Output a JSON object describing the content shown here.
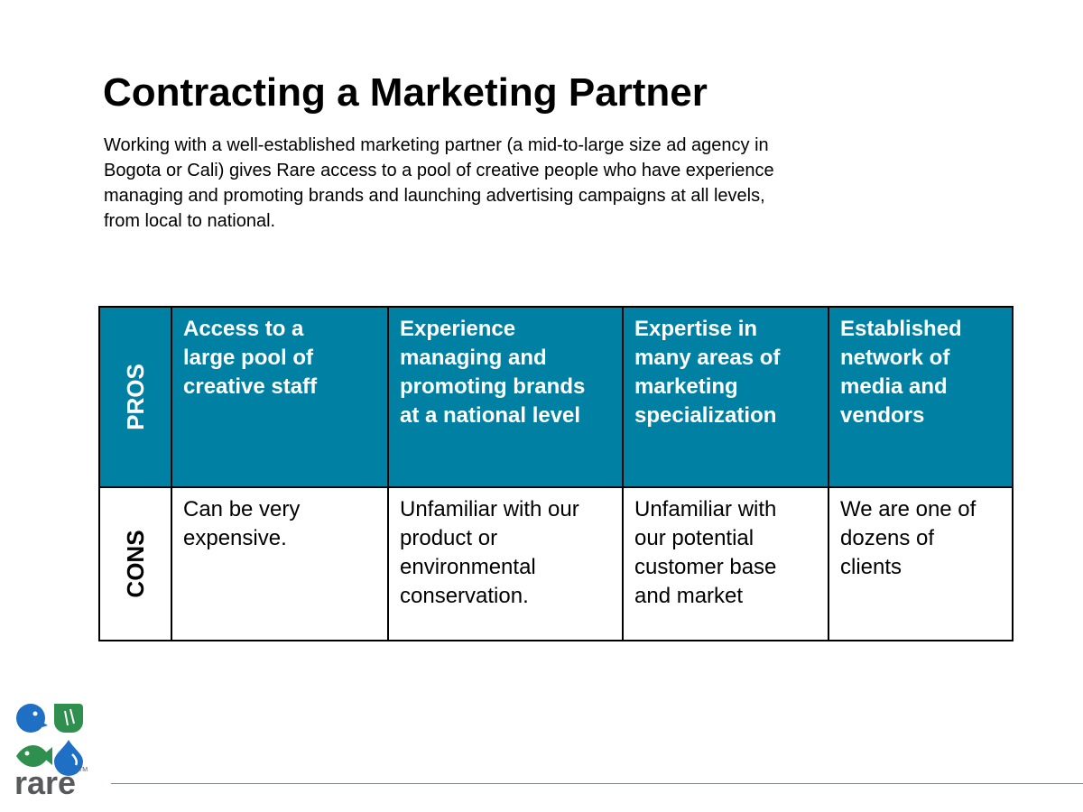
{
  "slide": {
    "title": "Contracting a Marketing Partner",
    "body_lines": [
      "Working with a well-established marketing partner (a mid-to-large size ad agency in",
      "Bogota or Cali) gives Rare access to a pool of creative people who have experience",
      "managing and promoting brands and launching advertising campaigns at all levels,",
      "from local to national."
    ]
  },
  "table": {
    "pros": {
      "label": "PROS",
      "cells": [
        [
          "Access to a",
          "large pool of",
          "creative staff"
        ],
        [
          "Experience",
          "managing and",
          "promoting brands",
          "at a national level"
        ],
        [
          "Expertise in",
          "many areas of",
          "marketing",
          "specialization"
        ],
        [
          "Established",
          "network of",
          "media and",
          "vendors"
        ]
      ]
    },
    "cons": {
      "label": "CONS",
      "cells": [
        [
          "Can be very",
          "expensive."
        ],
        [
          "Unfamiliar with our",
          "product or",
          "environmental",
          "conservation."
        ],
        [
          "Unfamiliar with",
          "our potential",
          "customer base",
          "and market"
        ],
        [
          "We are one of",
          "dozens of",
          "clients"
        ]
      ]
    }
  },
  "logo": {
    "text": "rare",
    "trademark": "TM"
  },
  "colors": {
    "pros_fill": "#0081a3",
    "logo_blue": "#1f6fc4",
    "logo_green": "#2f8f4e",
    "logo_gray": "#58595b"
  }
}
